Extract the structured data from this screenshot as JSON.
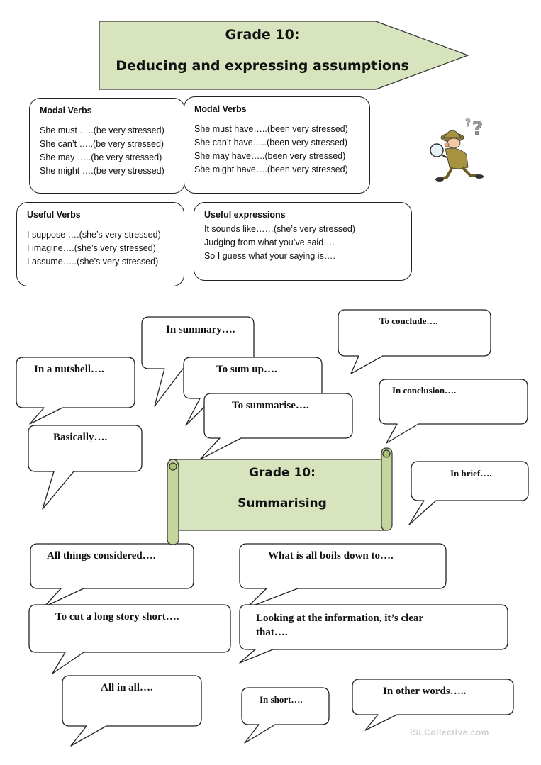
{
  "banner": {
    "line1": "Grade 10:",
    "line2": "Deducing and expressing assumptions",
    "fill_color": "#d7e4bd"
  },
  "boxes": {
    "modal_present": {
      "title": "Modal Verbs",
      "lines": [
        "She must …..(be very stressed)",
        "She can’t …..(be very stressed)",
        "She may …..(be very stressed)",
        "She might ….(be very stressed)"
      ]
    },
    "modal_past": {
      "title": "Modal Verbs",
      "lines": [
        "She must have…..(been very stressed)",
        "She can’t have…..(been very stressed)",
        "She may have…..(been very stressed)",
        "She might have….(been very stressed)"
      ]
    },
    "useful_verbs": {
      "title": "Useful Verbs",
      "lines": [
        "I suppose ….(she’s very stressed)",
        "I imagine….(she’s very stressed)",
        "I assume…..(she’s very stressed)"
      ]
    },
    "useful_expressions": {
      "title": "Useful expressions",
      "lines": [
        "It sounds like……(she’s very stressed)",
        "Judging from what you’ve said….",
        "So I guess what your saying is…."
      ]
    }
  },
  "bubbles": {
    "in_summary": "In summary….",
    "to_conclude": "To conclude….",
    "in_a_nutshell": "In a nutshell….",
    "to_sum_up": "To sum up….",
    "in_conclusion": "In conclusion….",
    "to_summarise": "To summarise….",
    "basically": "Basically….",
    "in_brief": "In brief….",
    "all_things_considered": "All things considered….",
    "boils_down": "What is all boils down to….",
    "cut_long_story": "To cut a long story short….",
    "looking_line1": "Looking at the information, it’s clear",
    "looking_line2": "that….",
    "all_in_all": "All in all….",
    "in_short": "In short….",
    "in_other_words": "In other words….."
  },
  "scroll": {
    "line1": "Grade 10:",
    "line2": "Summarising",
    "fill_color": "#d7e4bd"
  },
  "watermark": "iSLCollective.com"
}
